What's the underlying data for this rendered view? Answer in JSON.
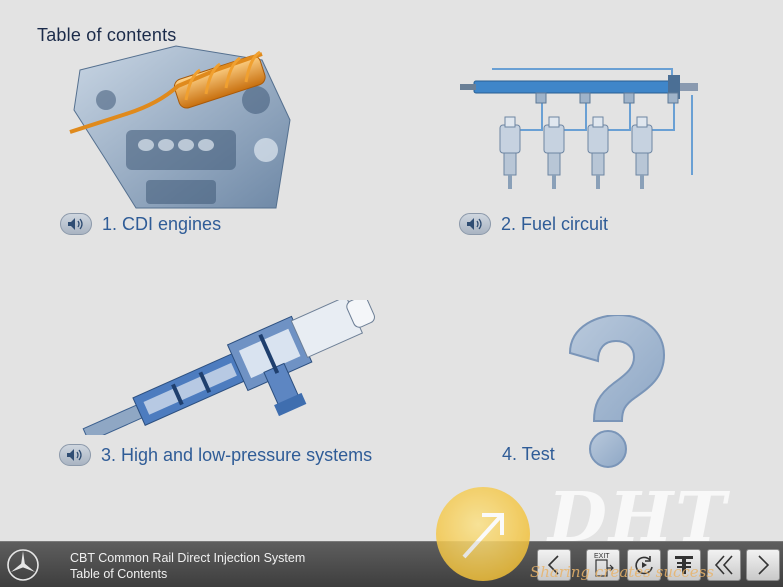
{
  "page": {
    "title": "Table of contents"
  },
  "topics": [
    {
      "label": "1. CDI engines",
      "audio": "speaker-icon"
    },
    {
      "label": "2. Fuel circuit",
      "audio": "speaker-icon"
    },
    {
      "label": "3. High and low-pressure systems",
      "audio": "speaker-icon"
    },
    {
      "label": "4. Test"
    }
  ],
  "footer": {
    "line1": "CBT Common Rail Direct Injection System",
    "line2": "Table of Contents",
    "buttons": {
      "back": "chevron-left-icon",
      "exit": "EXIT",
      "replay": "replay-icon",
      "contents": "table-of-contents-icon",
      "first": "double-chevron-left-icon",
      "next": "chevron-right-icon"
    }
  },
  "watermark": {
    "brand": "DHT",
    "slogan": "Sharing creates success"
  },
  "colors": {
    "background": "#e3e3e3",
    "title": "#1b2b4a",
    "link": "#2f5c97",
    "fuel_line": "#3f86c9",
    "question_mark": "#9fb5cf"
  }
}
